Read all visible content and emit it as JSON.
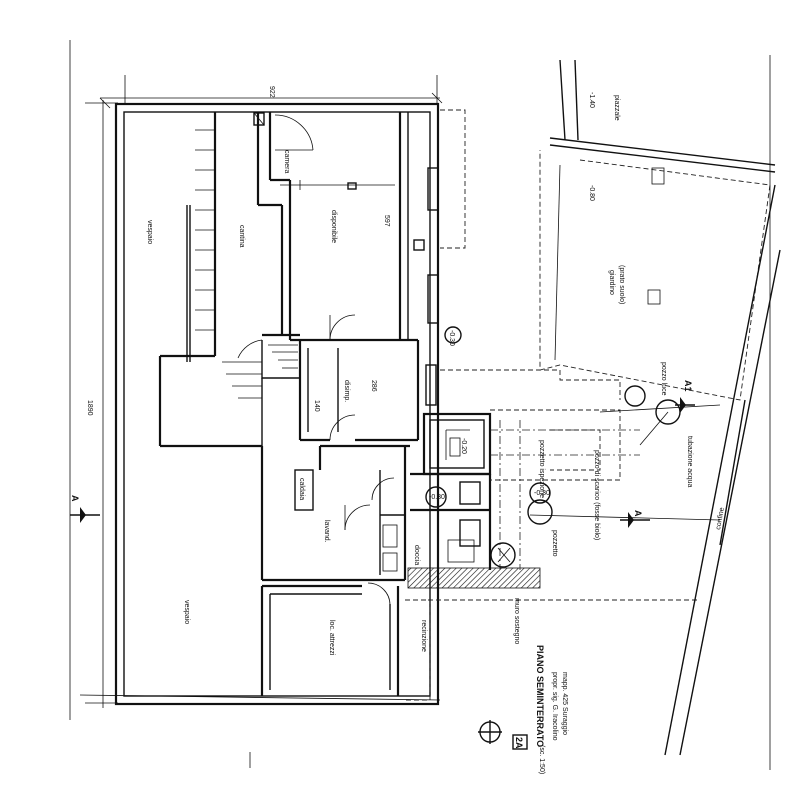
{
  "title": "PIANO SEMINTERRATO",
  "scale": "(sc. 1:50)",
  "owner": "propr. sig. G. Iracolino",
  "cadastral": "mapp. 425 Suraggio",
  "sheet_number": "2A",
  "rooms": {
    "vespaio_top": "vespaio",
    "cantina": "cantina",
    "disponibile": "disponibile",
    "camera": "camera",
    "disimpegno": "disimp.",
    "caldaia": "caldaia",
    "lavand": "lavand.",
    "doccia": "doccia",
    "vespaio_bottom": "vespaio",
    "loc_attrezzi": "loc. attrezzi",
    "giardino": "giardino",
    "giardino_note": "(prato suolo)",
    "piazzale": "piazzale"
  },
  "dimensions": {
    "top_width": "922",
    "left_height": "1890",
    "disponibile_len": "597",
    "disimp_len": "286",
    "disimp_w": "140"
  },
  "levels": {
    "l1": "-0.20",
    "l2": "-0.30",
    "l3": "-0.80",
    "l4": "-0.30",
    "l5": "-0.30",
    "l6": "-1.40"
  },
  "section_marks": {
    "a_left": "A",
    "a_right": "A",
    "a1": "A1"
  },
  "annotations": {
    "pozzetto": "pozzetto ispezione",
    "pozzo_luce": "pozzo luce",
    "muro_sostegno": "muro sostegno",
    "pozzetto_scarico": "pozzetto",
    "tubazione": "tubazione acqua",
    "recinzione": "recinzione",
    "confine": "confine",
    "fosse": "pozzo di scarico (fosse biolo)"
  }
}
